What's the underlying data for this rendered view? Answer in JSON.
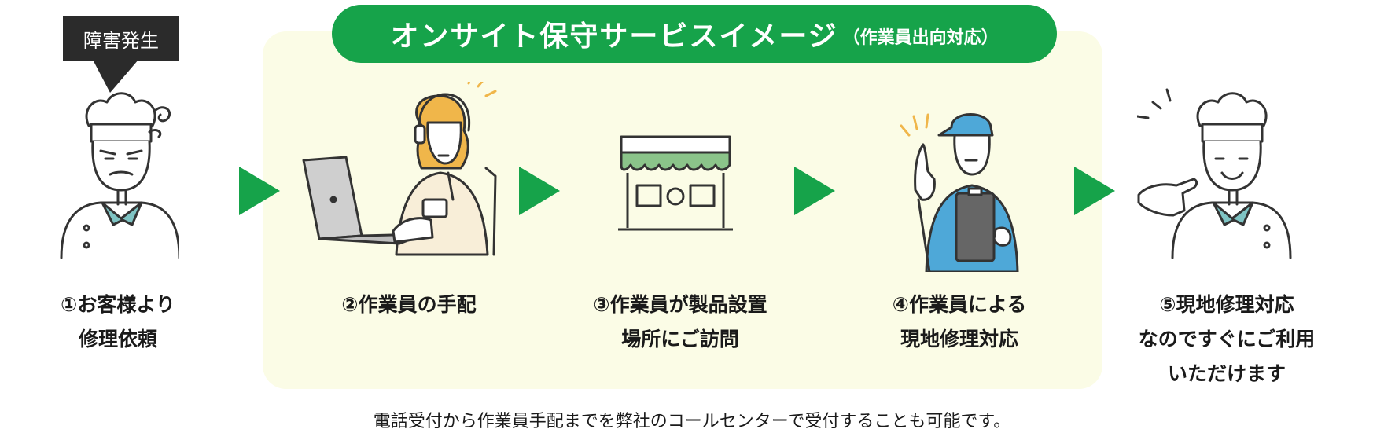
{
  "header": {
    "title": "オンサイト保守サービスイメージ",
    "subtitle": "（作業員出向対応）"
  },
  "alert_bubble": "障害発生",
  "steps": [
    {
      "lines": [
        "①お客様より",
        "修理依頼"
      ],
      "illustration": "worried-chef-icon"
    },
    {
      "lines": [
        "②作業員の手配"
      ],
      "illustration": "call-center-operator-icon"
    },
    {
      "lines": [
        "③作業員が製品設置",
        "場所にご訪問"
      ],
      "illustration": "shop-storefront-icon"
    },
    {
      "lines": [
        "④作業員による",
        "現地修理対応"
      ],
      "illustration": "repair-technician-icon"
    },
    {
      "lines": [
        "⑤現地修理対応",
        "なのですぐにご利用",
        "いただけます"
      ],
      "illustration": "happy-chef-icon"
    }
  ],
  "footnote": "電話受付から作業員手配までを弊社のコールセンターで受付することも可能です。",
  "colors": {
    "accent": "#16a34a",
    "panel": "#fbfce6",
    "bubble": "#2b2b2b",
    "scarf": "#7fc4c4",
    "uniform": "#4ea8d8",
    "headset_hair": "#f0b64a"
  }
}
